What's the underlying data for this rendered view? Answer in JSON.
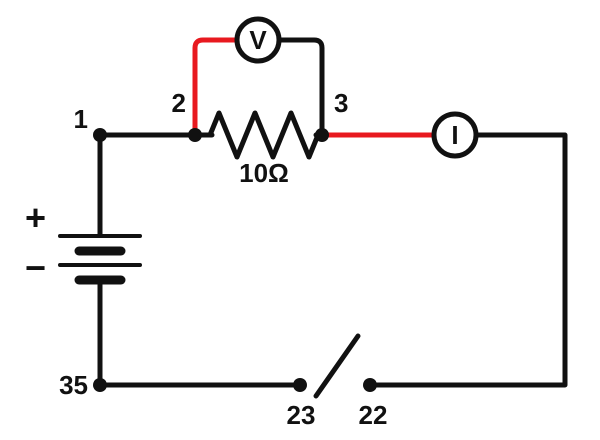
{
  "diagram": {
    "description": "Series DC circuit: battery, 10-ohm resistor between nodes 2 and 3, voltmeter across resistor, ammeter in series, open switch between nodes 23 and 22",
    "nodes": {
      "n1": "1",
      "n2": "2",
      "n3": "3",
      "n35": "35",
      "n23": "23",
      "n22": "22"
    },
    "resistor": {
      "value": "10Ω"
    },
    "voltmeter": {
      "label": "V"
    },
    "ammeter": {
      "label": "I"
    },
    "battery": {
      "positive": "+",
      "negative": "−"
    },
    "colors": {
      "wire": "#111111",
      "highlight": "#e8191f",
      "background": "#ffffff"
    }
  }
}
